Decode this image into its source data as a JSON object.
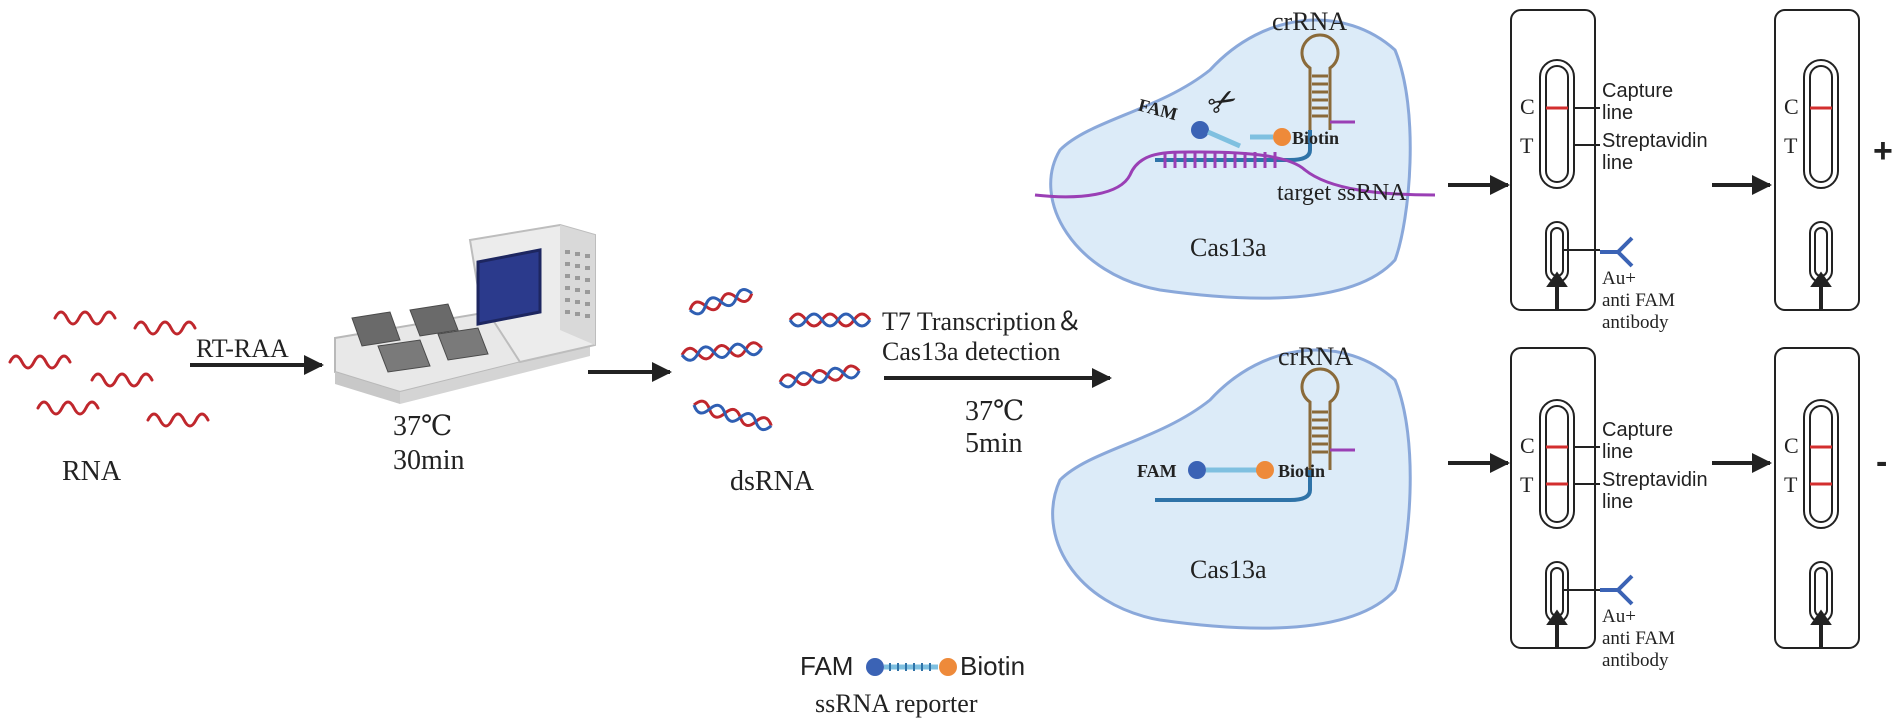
{
  "figure": {
    "stage1": {
      "label": "RNA",
      "arrow_label": "RT-RAA"
    },
    "instrument": {
      "temp": "37℃",
      "time": "30min"
    },
    "dsrna": {
      "label": "dsRNA"
    },
    "transcription": {
      "line1": "T7 Transcription＆",
      "line2": "Cas13a detection",
      "temp": "37℃",
      "time": "5min"
    },
    "cas_positive": {
      "crrna": "crRNA",
      "fam": "FAM",
      "biotin": "Biotin",
      "target": "target ssRNA",
      "protein": "Cas13a"
    },
    "cas_negative": {
      "crrna": "crRNA",
      "fam": "FAM",
      "biotin": "Biotin",
      "protein": "Cas13a"
    },
    "reporter": {
      "fam": "FAM",
      "biotin": "Biotin",
      "label": "ssRNA reporter"
    },
    "strip_labels": {
      "c": "C",
      "t": "T",
      "capture_1": "Capture",
      "capture_2": "line",
      "strep_1": "Streptavidin",
      "strep_2": "line",
      "au": "Au+",
      "anti": "anti FAM",
      "antibody": "antibody"
    },
    "results": {
      "positive": "+",
      "negative": "-"
    },
    "colors": {
      "rna_red": "#c0272d",
      "cas_fill": "#dcebf8",
      "cas_stroke": "#8aa8da",
      "fam_blue": "#3b63b5",
      "biotin_orange": "#ee8a3a",
      "strand_blue": "#2f73a8",
      "strand_purple": "#9a3fb5",
      "test_red": "#d32f2f"
    }
  }
}
